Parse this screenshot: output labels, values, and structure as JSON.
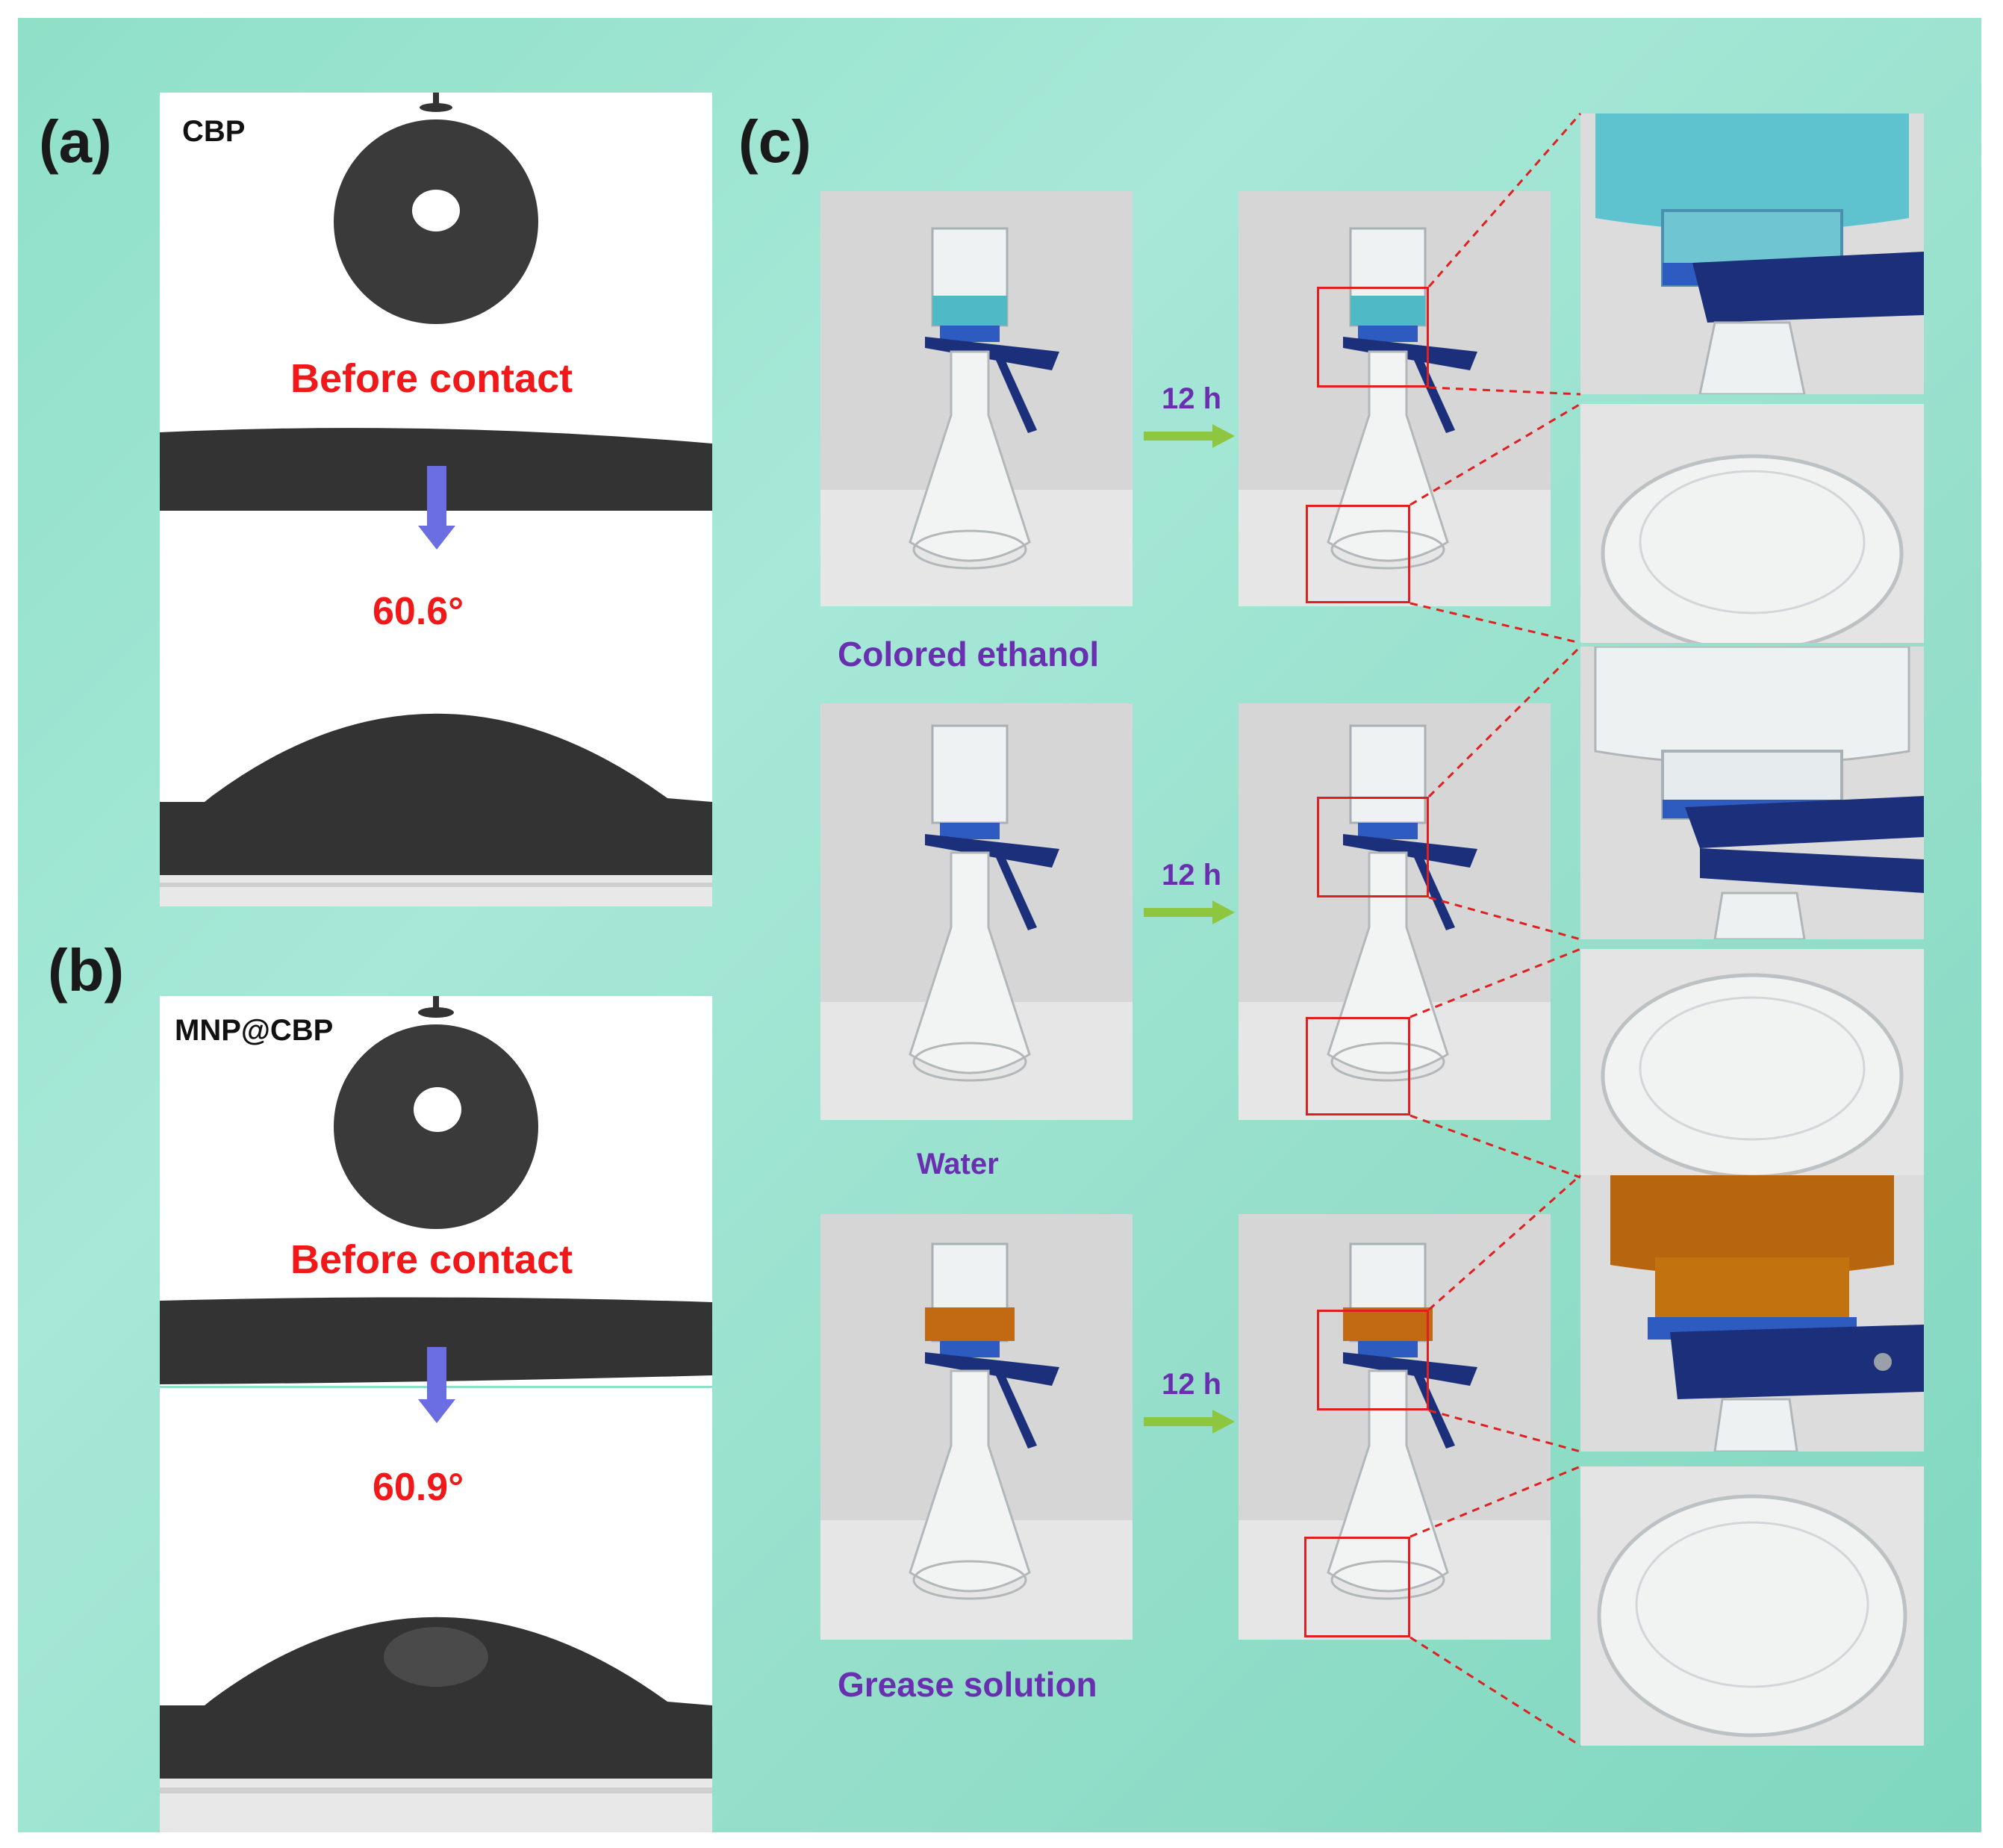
{
  "panels": {
    "a": {
      "label": "(a)",
      "sample": "CBP",
      "before_text": "Before contact",
      "angle_text": "60.6°"
    },
    "b": {
      "label": "(b)",
      "sample": "MNP@CBP",
      "before_text": "Before contact",
      "angle_text": "60.9°"
    },
    "c": {
      "label": "(c)",
      "rows": [
        {
          "liquid": "Colored ethanol",
          "time_label": "12 h",
          "liquid_color": "#4fb9c6"
        },
        {
          "liquid": "Water",
          "time_label": "12 h",
          "liquid_color": "#d8e6ea"
        },
        {
          "liquid": "Grease solution",
          "time_label": "12 h",
          "liquid_color": "#c26a12"
        }
      ]
    }
  },
  "colors": {
    "background": "#98e0cc",
    "annotation_red": "#f01818",
    "label_purple": "#6a2fb0",
    "arrow_green": "#8fc640",
    "arrow_blue": "#6b6ee0",
    "clamp_blue": "#1c2f7a"
  }
}
